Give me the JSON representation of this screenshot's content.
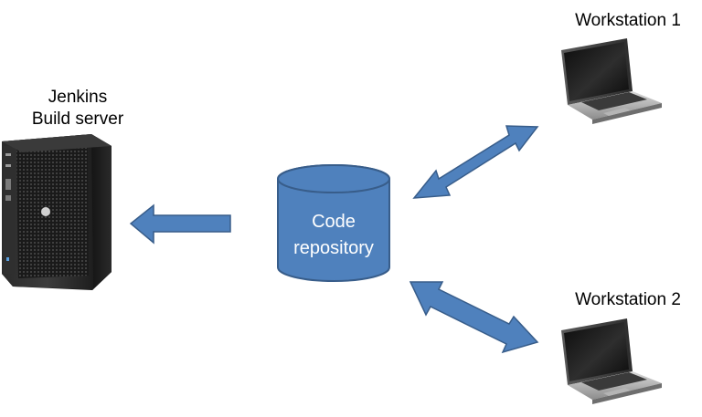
{
  "server": {
    "name": "Jenkins",
    "role": "Build server",
    "icon": "tower-server-icon"
  },
  "repository": {
    "line1": "Code",
    "line2": "repository",
    "icon": "database-cylinder-icon"
  },
  "workstations": [
    {
      "label": "Workstation 1",
      "icon": "laptop-icon"
    },
    {
      "label": "Workstation 2",
      "icon": "laptop-icon"
    }
  ],
  "colors": {
    "shape_fill": "#4f81bd",
    "shape_stroke": "#385d8a",
    "repo_text": "#ffffff",
    "label_text": "#000000"
  }
}
